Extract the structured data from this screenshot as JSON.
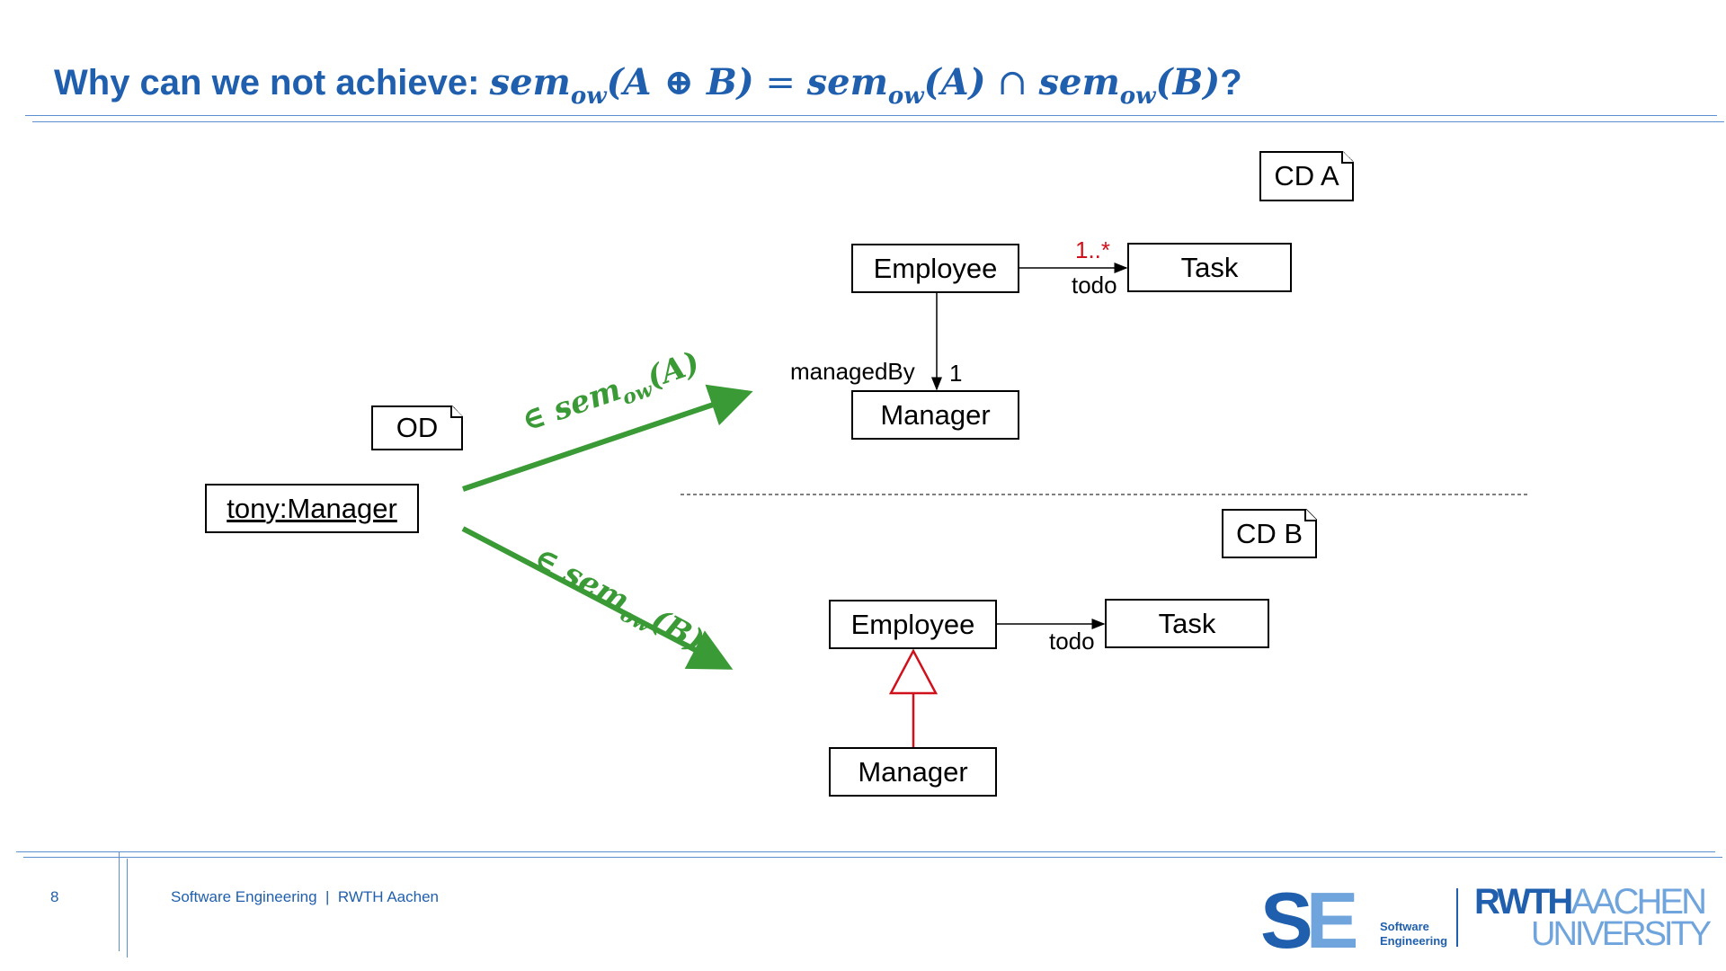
{
  "title": {
    "text_prefix": "Why can we not achieve: ",
    "math": {
      "sem": "sem",
      "sub": "ow",
      "lhs_args": "(A ⊕ B)",
      "eq": " = ",
      "rhs1_args": "(A)",
      "cap": " ∩ ",
      "rhs2_args": "(B)",
      "end": "?"
    }
  },
  "od": {
    "tag": "OD",
    "object": "tony:Manager"
  },
  "arrows": {
    "to_a": {
      "prefix": "∈ ",
      "sem": "sem",
      "sub": "ow",
      "arg": "(A)",
      "color": "#3a9a35"
    },
    "to_b": {
      "prefix": "∈ ",
      "sem": "sem",
      "sub": "ow",
      "arg": "(B)",
      "color": "#3a9a35"
    }
  },
  "cd_a": {
    "tag": "CD A",
    "employee": "Employee",
    "task": "Task",
    "manager": "Manager",
    "todo_mult": "1..*",
    "todo_role": "todo",
    "managed_role": "managedBy",
    "managed_mult": "1"
  },
  "cd_b": {
    "tag": "CD B",
    "employee": "Employee",
    "task": "Task",
    "manager": "Manager",
    "todo_role": "todo"
  },
  "footer": {
    "page": "8",
    "text": "Software Engineering  |  RWTH Aachen"
  },
  "logos": {
    "se_s": "S",
    "se_e": "E",
    "se_sub1": "Software",
    "se_sub2": "Engineering",
    "rwth_bold": "RWTH",
    "rwth_light": "AACHEN",
    "university": "UNIVERSITY"
  },
  "colors": {
    "title_blue": "#1f5fad",
    "green": "#3a9a35",
    "red": "#d0101a"
  }
}
